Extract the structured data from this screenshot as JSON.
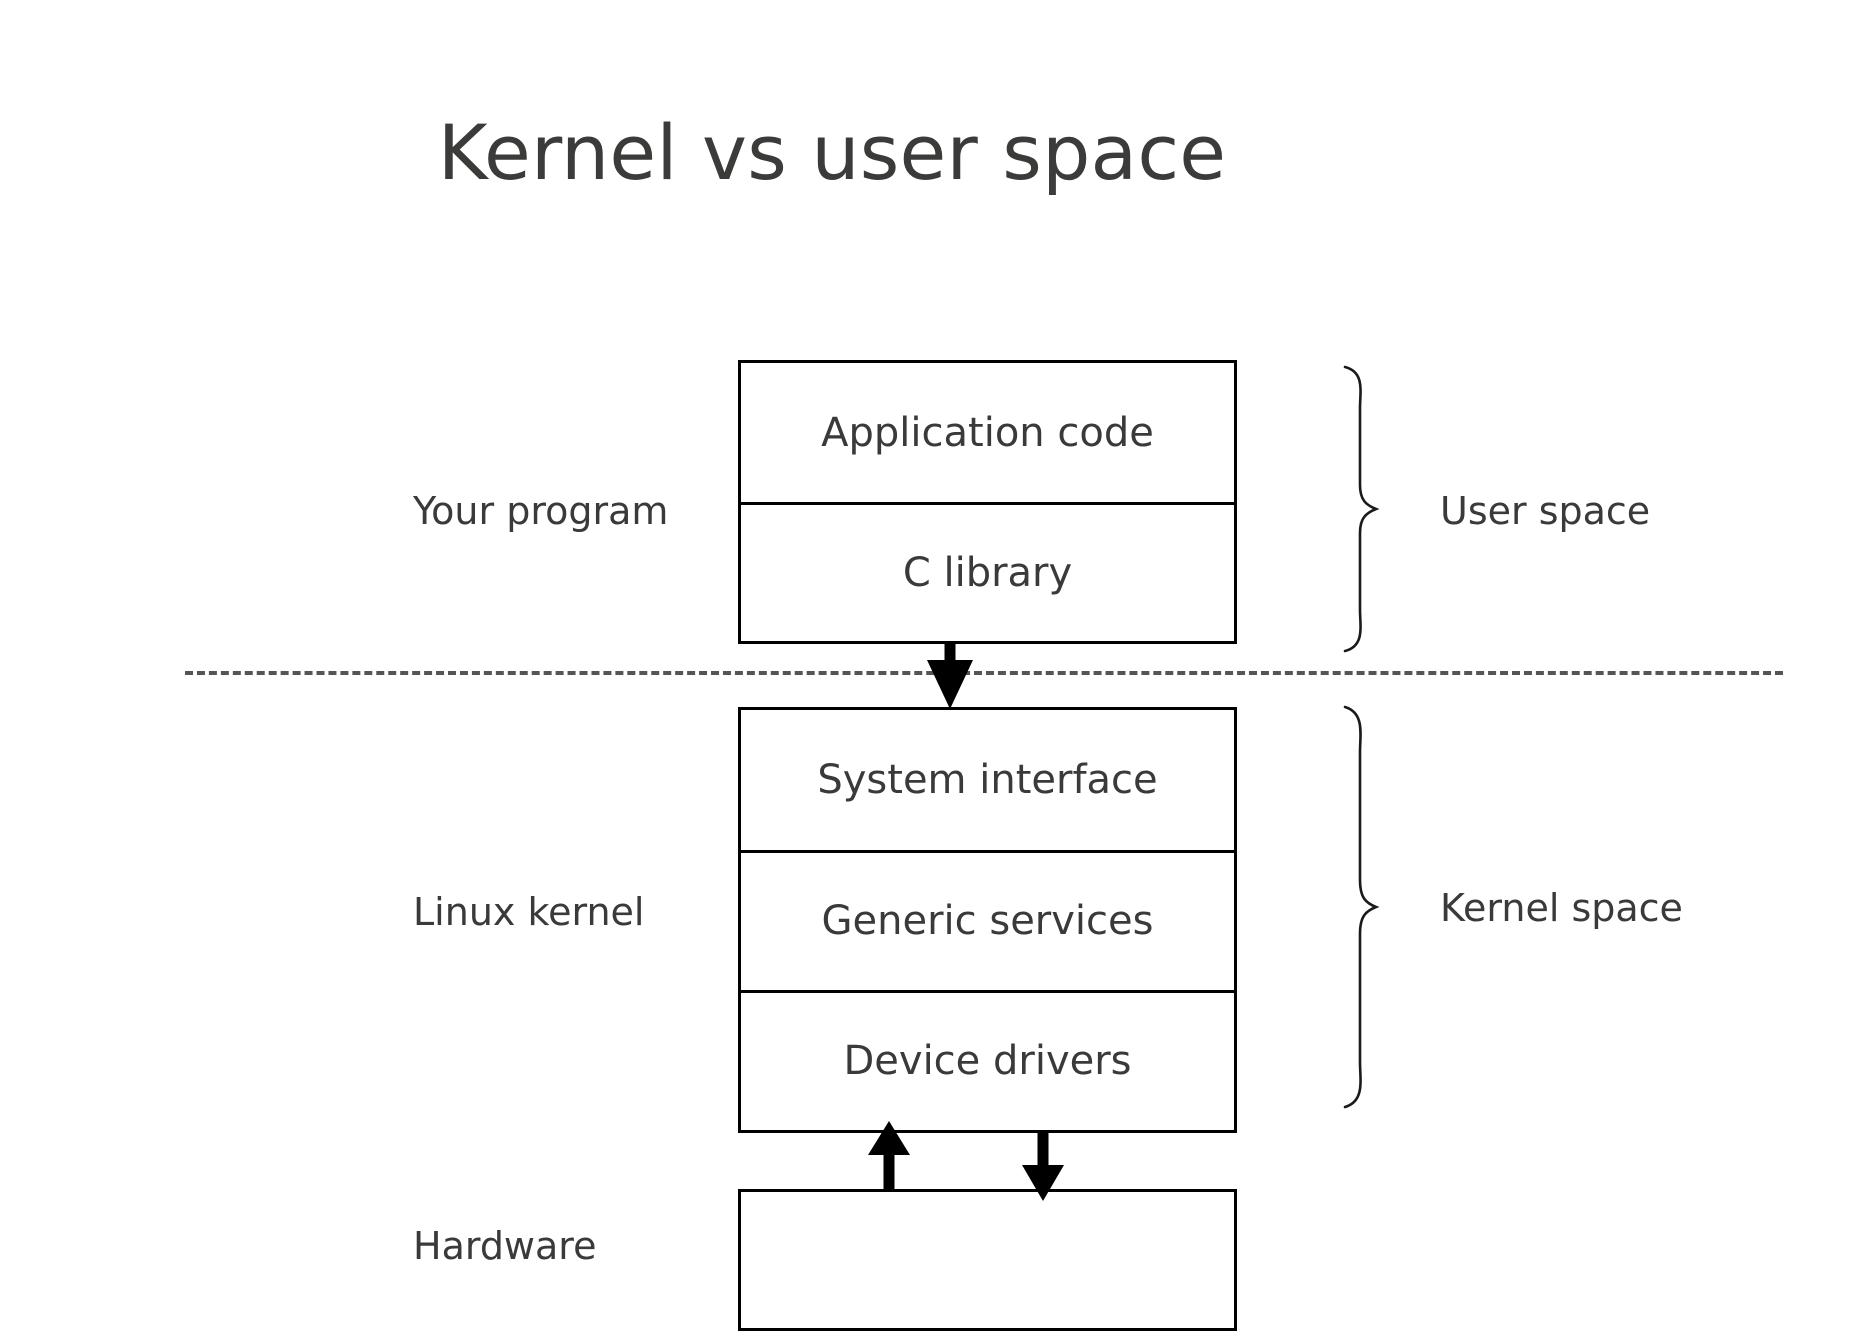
{
  "page": {
    "title": "Kernel vs user space",
    "background_color": "#ffffff",
    "text_color": "#3a3a38",
    "line_color": "#000000",
    "divider_color": "#555553"
  },
  "left_labels": [
    {
      "id": "your-program",
      "label": "Your program"
    },
    {
      "id": "linux-kernel",
      "label": "Linux kernel"
    },
    {
      "id": "hardware",
      "label": "Hardware"
    }
  ],
  "right_labels": [
    {
      "id": "user-space",
      "label": "User space"
    },
    {
      "id": "kernel-space",
      "label": "Kernel space"
    }
  ],
  "stacks": {
    "user": {
      "group": "Your program",
      "brace": "User space",
      "layers": [
        {
          "label": "Application code"
        },
        {
          "label": "C library"
        }
      ]
    },
    "kernel": {
      "group": "Linux kernel",
      "brace": "Kernel space",
      "layers": [
        {
          "label": "System interface"
        },
        {
          "label": "Generic services"
        },
        {
          "label": "Device drivers"
        }
      ]
    },
    "hardware": {
      "group": "Hardware",
      "layers": [
        {
          "label": ""
        }
      ]
    }
  },
  "arrows": [
    {
      "id": "syscall-arrow",
      "from": "C library",
      "to": "System interface",
      "direction": "down"
    },
    {
      "id": "hardware-to-drivers-arrow",
      "from": "Hardware",
      "to": "Device drivers",
      "direction": "up"
    },
    {
      "id": "drivers-to-hardware-arrow",
      "from": "Device drivers",
      "to": "Hardware",
      "direction": "down"
    }
  ],
  "divider": {
    "style": "dashed",
    "meaning": "boundary between user space and kernel space"
  }
}
